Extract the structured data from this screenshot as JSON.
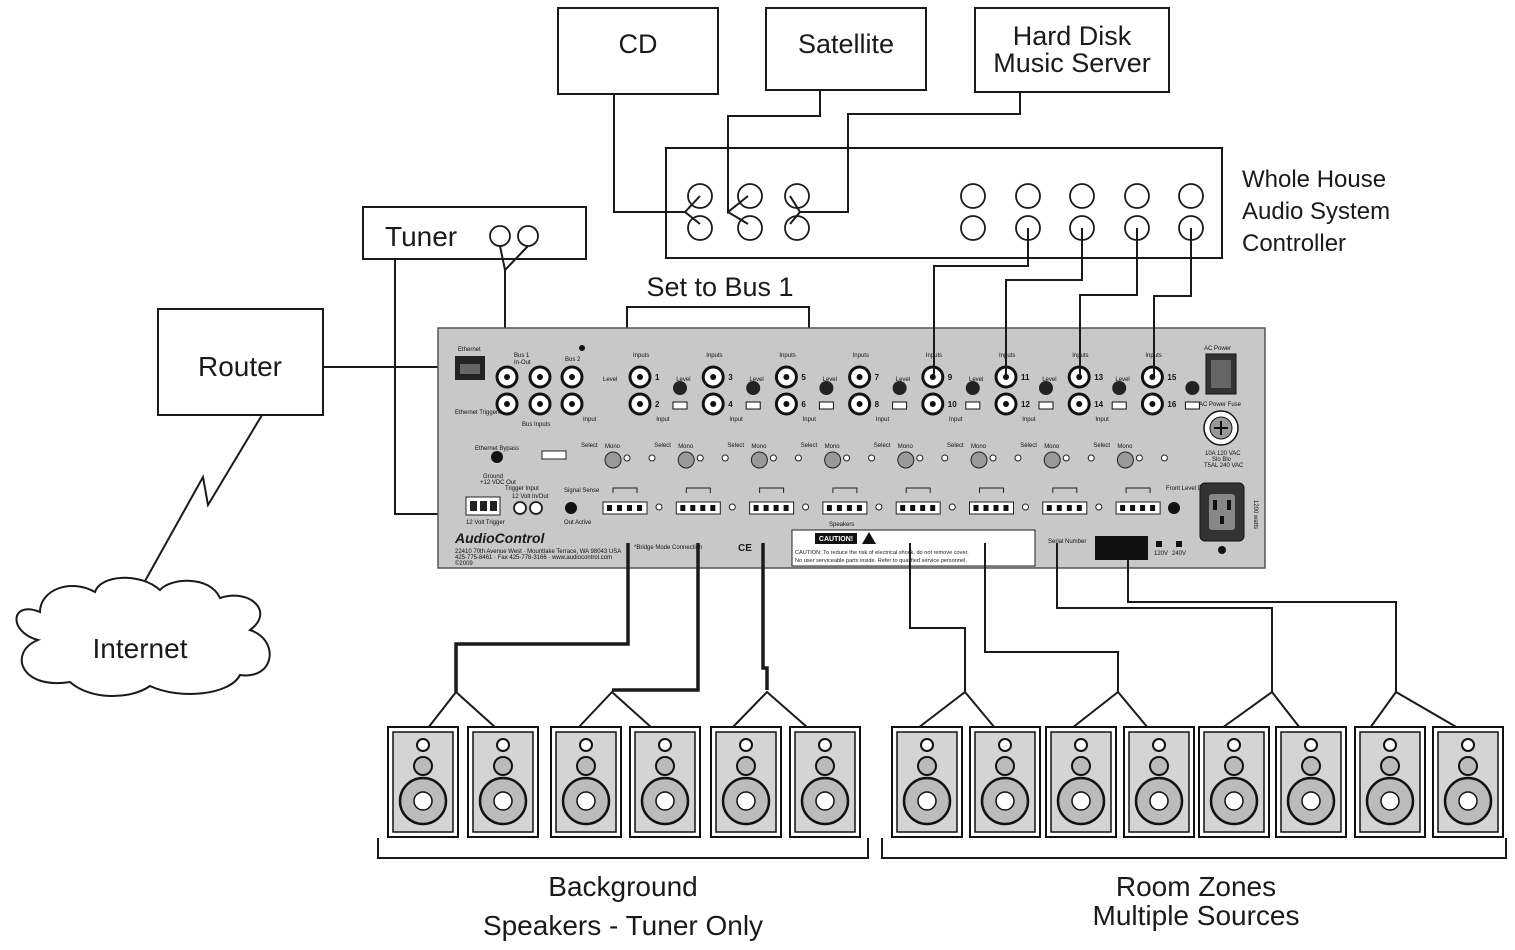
{
  "sources": {
    "cd": "CD",
    "satellite": "Satellite",
    "hdd_line1": "Hard Disk",
    "hdd_line2": "Music Server",
    "tuner": "Tuner",
    "router": "Router",
    "internet": "Internet"
  },
  "controller": {
    "line1": "Whole House",
    "line2": "Audio System",
    "line3": "Controller"
  },
  "bus_label": "Set to Bus 1",
  "amp_panel": {
    "brand": "AudioControl",
    "ethernet": "Ethernet",
    "bus1": "Bus 1",
    "bus1_sub": "In-Out",
    "bus2": "Bus 2",
    "bus_inputs": "Bus Inputs",
    "ethernet_triggered": "Ethernet Triggered",
    "ethernet_bypass": "Ethernet Bypass",
    "ground": "Ground",
    "vdc_out": "+12 VDC Out",
    "trigger_input": "Trigger Input",
    "twelve_volt_trigger": "12 Volt Trigger",
    "twelve_volt_inout": "12 Volt In/Out",
    "signal_sense": "Signal Sense",
    "out_active": "Out Active",
    "inputs": "Inputs",
    "level": "Level",
    "input": "Input",
    "select": "Select",
    "mono": "Mono",
    "speakers": "Speakers",
    "bridge_note": "*Bridge Mode Connection",
    "address": "22410 70th Avenue West · Mountlake Terrace, WA 98043 USA",
    "phone": "425-775-8461 · Fax 425-778-3166 · www.audiocontrol.com",
    "copyright": "©2009",
    "caution_badge": "CAUTION!",
    "caution_line1": "CAUTION: To reduce the risk of electrical shock, do not remove cover.",
    "caution_line2": "No user serviceable parts inside. Refer to qualified service personnel.",
    "ac_power": "AC Power",
    "ac_fuse": "AC Power Fuse",
    "fuse_line1": "10A 120 VAC",
    "fuse_line2": "Slo Blo",
    "fuse_line3": "T5AL 240 VAC",
    "watts": "1200 watts",
    "front_level_display": "Front Level Display",
    "serial_number": "Serial Number",
    "v120": "120V",
    "v240": "240V",
    "ce": "CE",
    "input_numbers": [
      "1",
      "2",
      "3",
      "4",
      "5",
      "6",
      "7",
      "8",
      "9",
      "10",
      "11",
      "12",
      "13",
      "14",
      "15",
      "16"
    ]
  },
  "groups": {
    "background_line1": "Background",
    "background_line2": "Speakers - Tuner Only",
    "zones_line1": "Room Zones",
    "zones_line2": "Multiple Sources"
  }
}
